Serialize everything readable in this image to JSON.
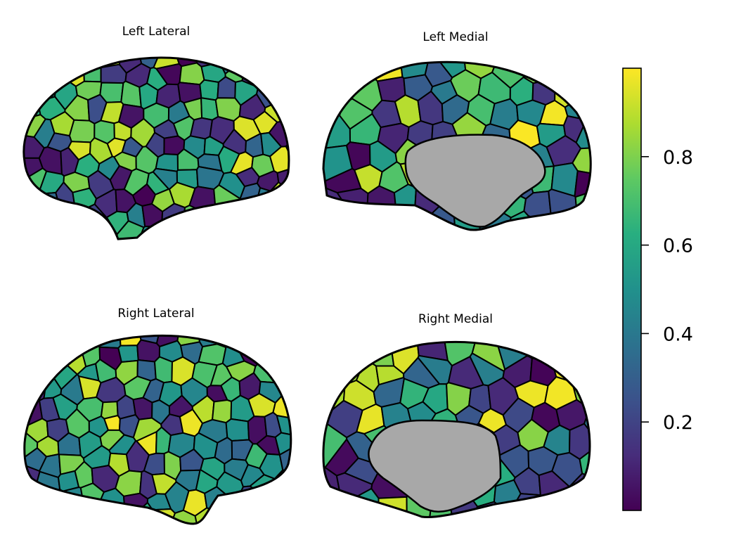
{
  "chart_data": {
    "type": "heatmap",
    "panels": [
      {
        "title": "Left Lateral"
      },
      {
        "title": "Left Medial"
      },
      {
        "title": "Right Lateral"
      },
      {
        "title": "Right Medial"
      }
    ],
    "colorbar": {
      "colormap": "viridis",
      "range": [
        0.0,
        1.0
      ],
      "ticks": [
        0.2,
        0.4,
        0.6,
        0.8
      ],
      "tick_labels": [
        "0.2",
        "0.4",
        "0.6",
        "0.8"
      ]
    },
    "colors": {
      "medial_wall": "#a8a8a8",
      "parcel_border": "#000000"
    }
  }
}
